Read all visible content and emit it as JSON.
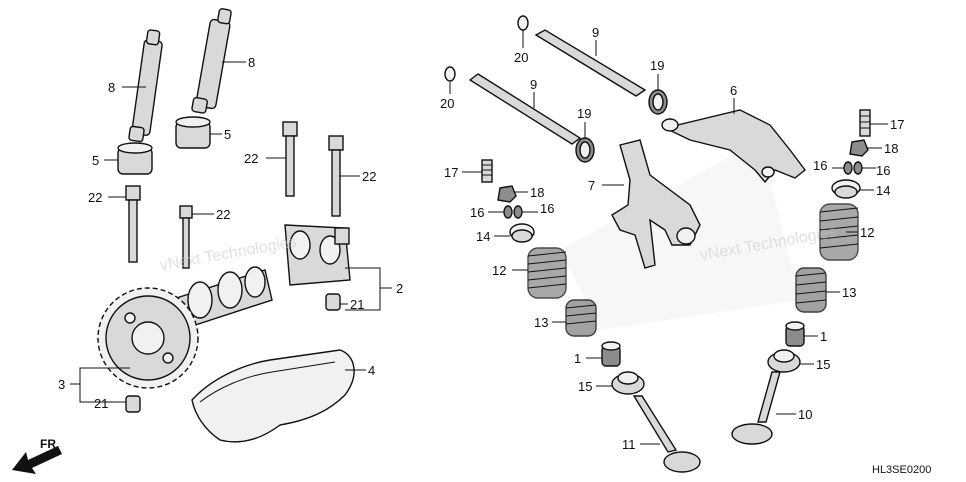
{
  "diagram_code": "HL3SE0200",
  "front_label": "FR.",
  "watermarks": [
    "vNext Technologies",
    "vNext Technologies"
  ],
  "callouts": {
    "c8a": "8",
    "c8b": "8",
    "c5a": "5",
    "c5b": "5",
    "c22a": "22",
    "c22b": "22",
    "c22c": "22",
    "c22d": "22",
    "c2": "2",
    "c21a": "21",
    "c21b": "21",
    "c3": "3",
    "c4": "4",
    "c20a": "20",
    "c20b": "20",
    "c9a": "9",
    "c9b": "9",
    "c19a": "19",
    "c19b": "19",
    "c6": "6",
    "c7": "7",
    "c17a": "17",
    "c17b": "17",
    "c18a": "18",
    "c18b": "18",
    "c16a": "16",
    "c16b": "16",
    "c16c": "16",
    "c16d": "16",
    "c14a": "14",
    "c14b": "14",
    "c12a": "12",
    "c12b": "12",
    "c13a": "13",
    "c13b": "13",
    "c1a": "1",
    "c1b": "1",
    "c15a": "15",
    "c15b": "15",
    "c11": "11",
    "c10": "10"
  }
}
